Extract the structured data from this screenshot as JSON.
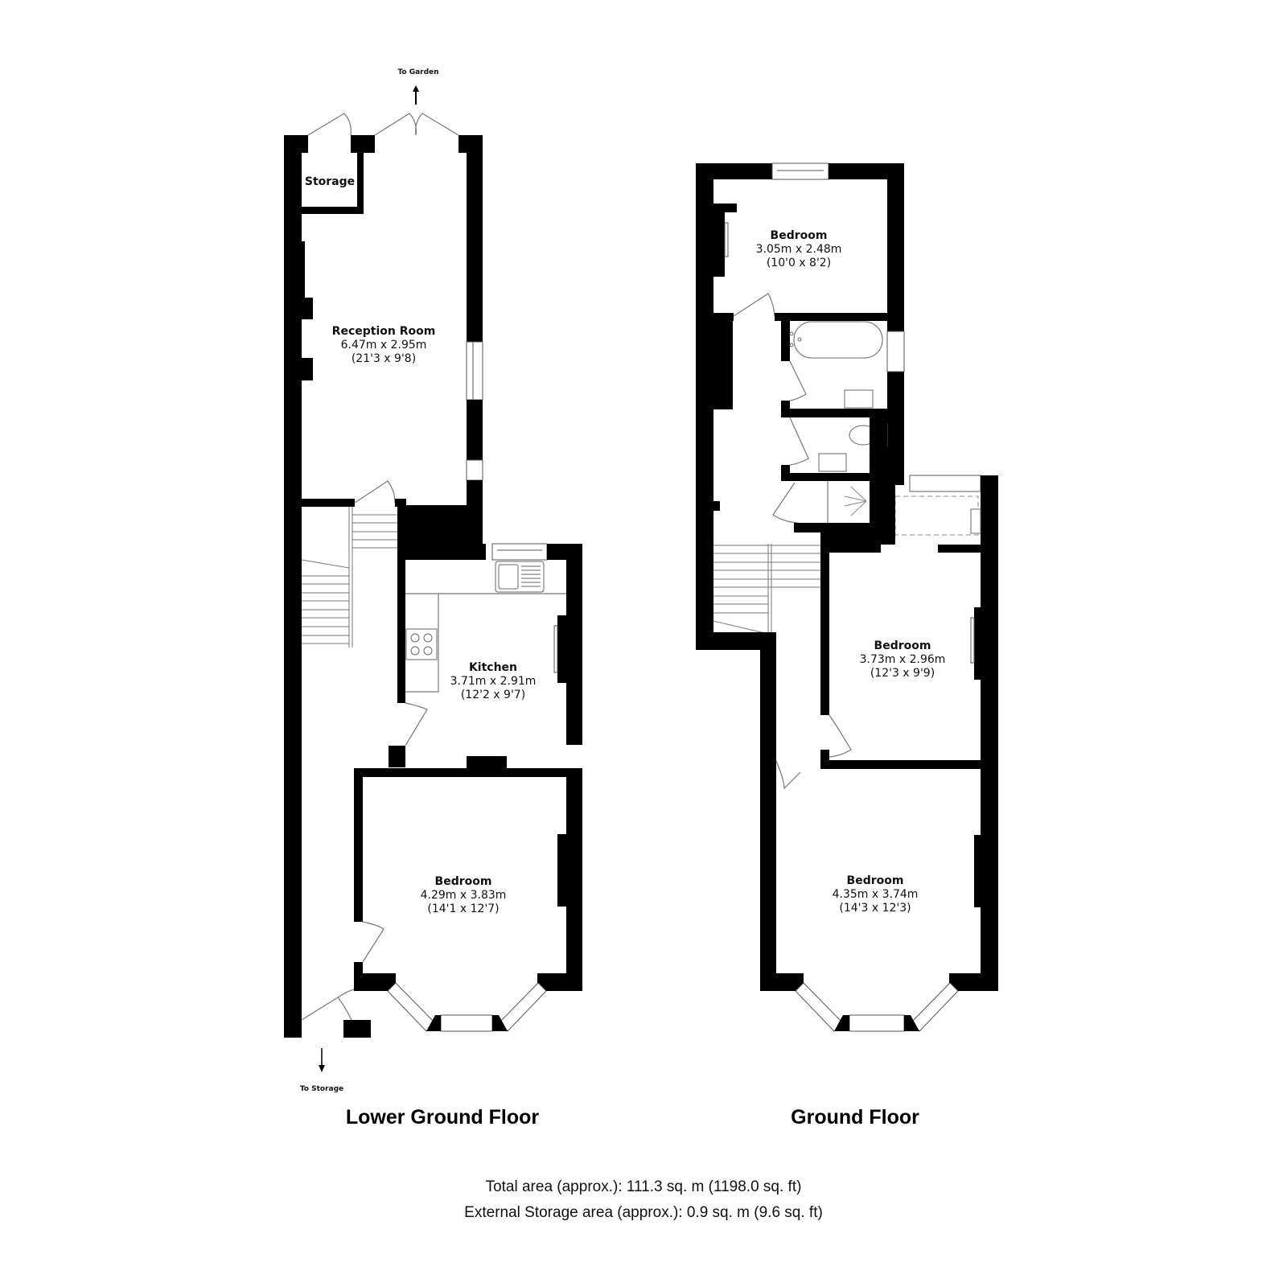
{
  "annotations": {
    "to_garden": "To Garden",
    "to_storage": "To Storage"
  },
  "floors": {
    "lower_ground": {
      "title": "Lower Ground Floor",
      "rooms": {
        "storage": {
          "name": "Storage"
        },
        "reception": {
          "name": "Reception Room",
          "metric": "6.47m x 2.95m",
          "imperial": "(21'3 x 9'8)"
        },
        "kitchen": {
          "name": "Kitchen",
          "metric": "3.71m x 2.91m",
          "imperial": "(12'2 x 9'7)"
        },
        "bedroom": {
          "name": "Bedroom",
          "metric": "4.29m x 3.83m",
          "imperial": "(14'1 x 12'7)"
        }
      }
    },
    "ground": {
      "title": "Ground Floor",
      "rooms": {
        "bedroom_rear": {
          "name": "Bedroom",
          "metric": "3.05m x 2.48m",
          "imperial": "(10'0 x 8'2)"
        },
        "bedroom_middle": {
          "name": "Bedroom",
          "metric": "3.73m x 2.96m",
          "imperial": "(12'3 x 9'9)"
        },
        "bedroom_front": {
          "name": "Bedroom",
          "metric": "4.35m x 3.74m",
          "imperial": "(14'3 x 12'3)"
        }
      }
    }
  },
  "totals": {
    "total_area": "Total area (approx.): 111.3 sq. m (1198.0 sq. ft)",
    "external_storage": "External Storage area (approx.): 0.9 sq. m (9.6 sq. ft)"
  }
}
